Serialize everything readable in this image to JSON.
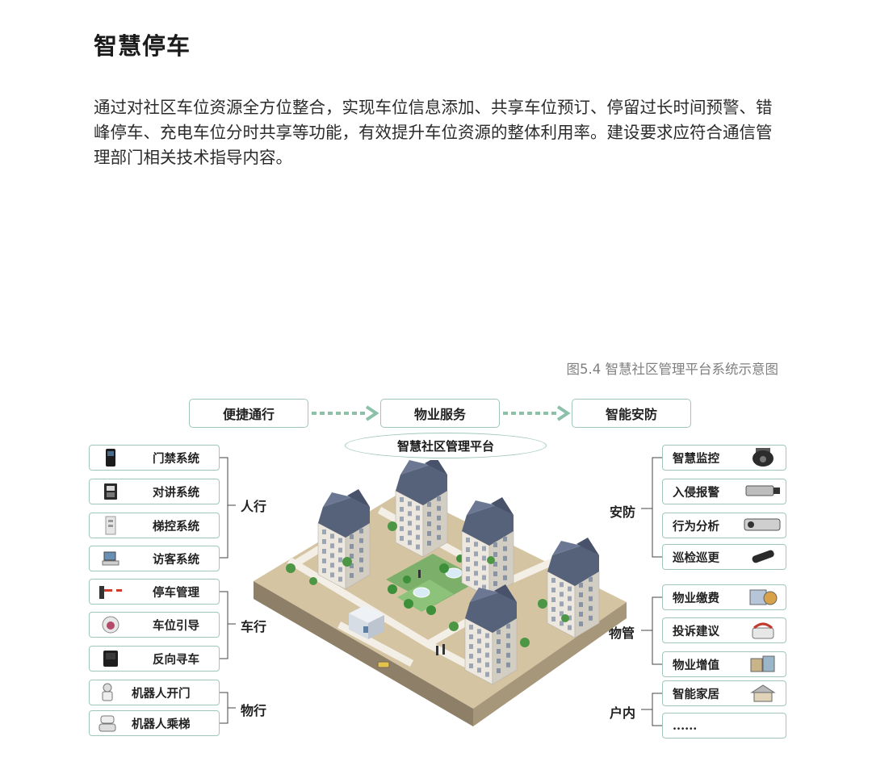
{
  "heading": "智慧停车",
  "paragraph": "通过对社区车位资源全方位整合，实现车位信息添加、共享车位预订、停留过长时间预警、错峰停车、充电车位分时共享等功能，有效提升车位资源的整体利用率。建设要求应符合通信管理部门相关技术指导内容。",
  "figure": {
    "caption": "图5.4 智慧社区管理平台系统示意图",
    "top_flow": [
      "便捷通行",
      "物业服务",
      "智能安防"
    ],
    "platform": "智慧社区管理平台",
    "left_groups": [
      {
        "label": "人行",
        "items": [
          "门禁系统",
          "对讲系统",
          "梯控系统",
          "访客系统"
        ]
      },
      {
        "label": "车行",
        "items": [
          "停车管理",
          "车位引导",
          "反向寻车"
        ]
      },
      {
        "label": "物行",
        "items": [
          "机器人开门",
          "机器人乘梯"
        ]
      }
    ],
    "right_groups": [
      {
        "label": "安防",
        "items": [
          "智慧监控",
          "入侵报警",
          "行为分析",
          "巡检巡更"
        ]
      },
      {
        "label": "物管",
        "items": [
          "物业缴费",
          "投诉建议",
          "物业增值"
        ]
      },
      {
        "label": "户内",
        "items": [
          "智能家居",
          "......"
        ]
      }
    ],
    "accent_color": "#9fc9b6"
  }
}
